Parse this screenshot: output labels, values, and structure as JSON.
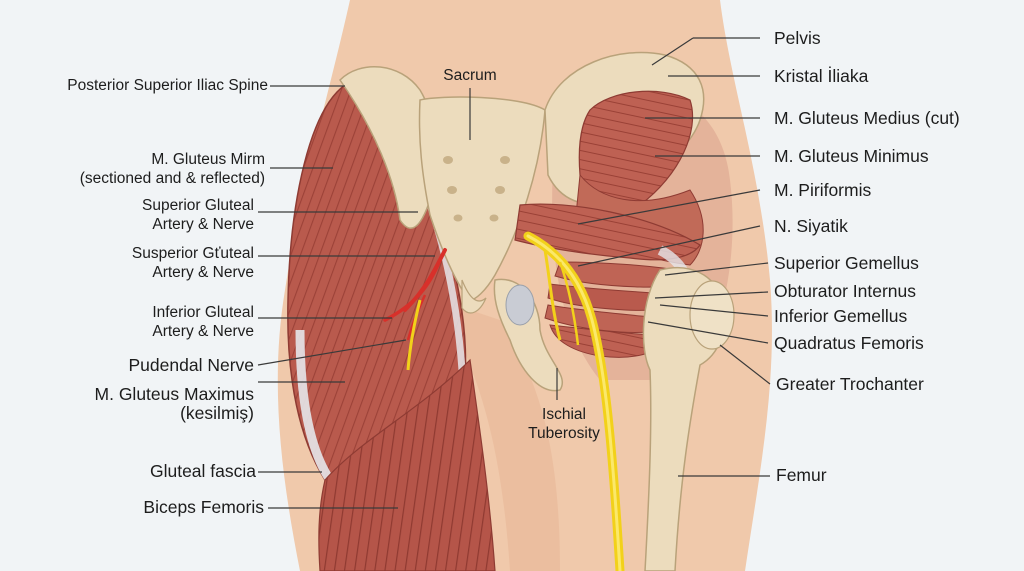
{
  "labels": {
    "pelvis": "Pelvis",
    "kristal_iliaka": "Kristal İliaka",
    "gluteus_medius": "M. Gluteus Medius (cut)",
    "gluteus_minimus": "M. Gluteus Minimus",
    "piriformis": "M. Piriformis",
    "n_siyatik": "N. Siyatik",
    "superior_gemellus": "Superior Gemellus",
    "obturator_internus": "Obturator Internus",
    "inferior_gemellus": "Inferior Gemellus",
    "quadratus_femoris": "Quadratus Femoris",
    "greater_trochanter": "Greater Trochanter",
    "femur": "Femur",
    "sacrum": "Sacrum",
    "ischial_tuberosity": "Ischial\nTuberosity",
    "psis": "Posterior Superior Iliac Spine",
    "gluteus_mirm": "M. Gluteus Mirm\n(sectioned and & reflected)",
    "superior_gluteal": "Superior Gluteal\nArtery & Nerve",
    "susperior_gluteal": "Susperior Gťuteal\nArtery & Nerve",
    "inferior_gluteal": "Inferior Gluteal\nArtery & Nerve",
    "pudendal_nerve": "Pudendal Nerve",
    "gluteus_maximus": "M. Gluteus Maximus\n(kesilmiş)",
    "gluteal_fascia": "Gluteal fascia",
    "biceps_femoris": "Biceps Femoris"
  },
  "colors": {
    "background": "#f1f4f6",
    "skin": "#f0c9ab",
    "muscle": "#b9574b",
    "muscle_dark": "#8e3b33",
    "bone": "#ecdcbd",
    "nerve": "#f2d11a",
    "artery": "#d8302a",
    "fascia": "#e6e6ea",
    "leader_line": "#3a3a3a"
  }
}
